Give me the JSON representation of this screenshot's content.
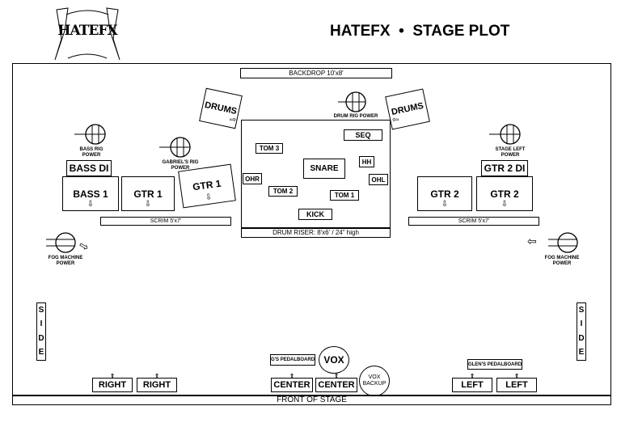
{
  "header": {
    "logo_text": "HATEFX",
    "title": "HATEFX  •  STAGE PLOT"
  },
  "stage": {
    "backdrop": "BACKDROP 10'x8'",
    "front": "FRONT OF STAGE",
    "side_left": [
      "S",
      "I",
      "D",
      "E"
    ],
    "side_right": [
      "S",
      "I",
      "D",
      "E"
    ]
  },
  "drums": {
    "riser": "DRUM RISER: 8'x6'  /  24\" high",
    "rig_power": "DRUM RIG POWER",
    "drums_left": "DRUMS",
    "drums_right": "DRUMS",
    "seq": "SEQ",
    "tom3": "TOM 3",
    "snare": "SNARE",
    "hh": "HH",
    "ohr": "OHR",
    "ohl": "OHL",
    "tom2": "TOM 2",
    "tom1": "TOM 1",
    "kick": "KICK"
  },
  "stage_left": {
    "bass_power": [
      "BASS RIG",
      "POWER"
    ],
    "gabriel_power": [
      "GABRIEL'S RIG",
      "POWER"
    ],
    "bass_di": "BASS DI",
    "bass1": "BASS 1",
    "gtr1a": "GTR 1",
    "gtr1b": "GTR 1",
    "scrim": "SCRIM 5'x7'",
    "fog_power": [
      "FOG MACHINE",
      "POWER"
    ]
  },
  "stage_right": {
    "sl_power": [
      "STAGE LEFT",
      "POWER"
    ],
    "gtr2_di": "GTR 2 DI",
    "gtr2a": "GTR 2",
    "gtr2b": "GTR 2",
    "scrim": "SCRIM 5'x7'",
    "fog_power": [
      "FOG MACHINE",
      "POWER"
    ]
  },
  "front": {
    "g_pedalboard": "G'S PEDALBOARD",
    "vox": "VOX",
    "vox_backup": [
      "VOX",
      "BACKUP"
    ],
    "glen_pedalboard": "GLEN'S PEDALBOARD",
    "monitors": {
      "right1": "RIGHT",
      "right2": "RIGHT",
      "center1": "CENTER",
      "center2": "CENTER",
      "left1": "LEFT",
      "left2": "LEFT"
    }
  }
}
